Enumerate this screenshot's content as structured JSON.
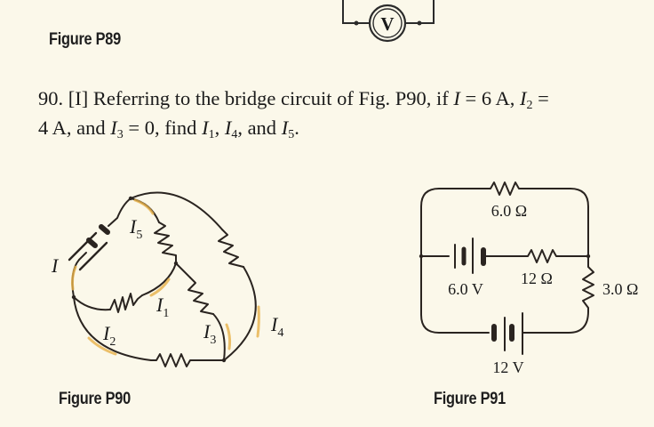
{
  "page": {
    "background": "#fbf8ea",
    "ink": "#1b1b1b",
    "highlight": "#e8b24a"
  },
  "figures": {
    "p89": {
      "caption": "Figure P89",
      "meter_label": "V"
    },
    "p90": {
      "caption": "Figure P90",
      "current_labels": {
        "I": "I",
        "I1": "1",
        "I2": "2",
        "I3": "3",
        "I4": "4",
        "I5": "5"
      }
    },
    "p91": {
      "caption": "Figure P91",
      "components": {
        "r_top": "6.0 Ω",
        "r_middle": "12 Ω",
        "r_right": "3.0 Ω",
        "battery_middle": "6.0 V",
        "battery_bottom": "12 V"
      }
    }
  },
  "problem": {
    "number": "90.",
    "level": "[I]",
    "text_part1": "Referring to the bridge circuit of Fig. P90, if",
    "var_I": "I",
    "eq1": "= 6 A,",
    "var_I2": "I",
    "sub_2": "2",
    "eq_cut": "=",
    "line2_start": "4 A, and",
    "var_I3": "I",
    "sub_3": "3",
    "eq2": "= 0, find",
    "var_I1": "I",
    "sub_1": "1",
    "comma1": ",",
    "var_I4": "I",
    "sub_4": "4",
    "and_text": ", and",
    "var_I5": "I",
    "sub_5": "5",
    "period": "."
  }
}
